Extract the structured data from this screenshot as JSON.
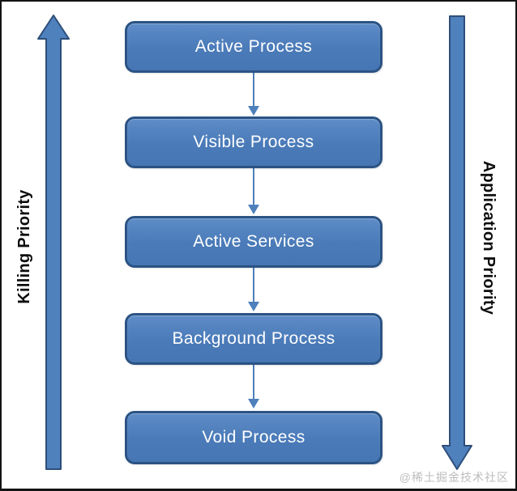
{
  "diagram": {
    "type": "flow-priority-diagram",
    "boxes": [
      {
        "label": "Active Process"
      },
      {
        "label": "Visible Process"
      },
      {
        "label": "Active Services"
      },
      {
        "label": "Background Process"
      },
      {
        "label": "Void Process"
      }
    ],
    "flow": [
      "Active Process -> Visible Process",
      "Visible Process -> Active Services",
      "Active Services -> Background Process",
      "Background Process -> Void Process"
    ],
    "left_axis": {
      "label": "Killing Priority",
      "direction": "up"
    },
    "right_axis": {
      "label": "Application Priority",
      "direction": "down"
    },
    "watermark": "@稀土掘金技术社区",
    "colors": {
      "box_fill": "#4A7AB8",
      "box_border": "#2B5384",
      "box_text": "#FFFFFF",
      "arrow_fill": "#4F81BD",
      "arrow_border": "#2E4E79",
      "connector": "#4E80BC",
      "label_text": "#0D0D0D",
      "watermark_text": "#BDBDBD"
    }
  }
}
